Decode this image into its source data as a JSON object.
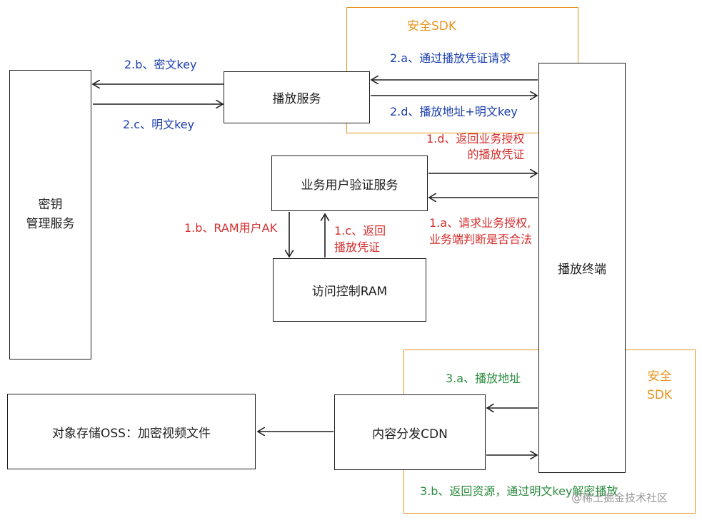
{
  "nodes": {
    "key_service": "密钥\n管理服务",
    "play_service": "播放服务",
    "auth_service": "业务用户验证服务",
    "ram": "访问控制RAM",
    "terminal": "播放终端",
    "oss": "对象存储OSS：加密视频文件",
    "cdn": "内容分发CDN"
  },
  "sdk_frames": {
    "top": "安全SDK",
    "bottom": "安全\nSDK"
  },
  "edges": {
    "e2a": "2.a、通过播放凭证请求",
    "e2b": "2.b、密文key",
    "e2c": "2.c、明文key",
    "e2d": "2.d、播放地址+明文key",
    "e1d": "1.d、返回业务授权\n的播放凭证",
    "e1a": "1.a、请求业务授权,\n业务端判断是否合法",
    "e1b": "1.b、RAM用户AK",
    "e1c": "1.c、返回\n播放凭证",
    "e3a": "3.a、播放地址",
    "e3b": "3.b、返回资源，通过明文key解密播放"
  },
  "watermark": "@稀土掘金技术社区",
  "colors": {
    "step2": "#1c3fae",
    "step1": "#d42d2d",
    "step3": "#2b8a3e",
    "sdk": "#e8941e"
  }
}
